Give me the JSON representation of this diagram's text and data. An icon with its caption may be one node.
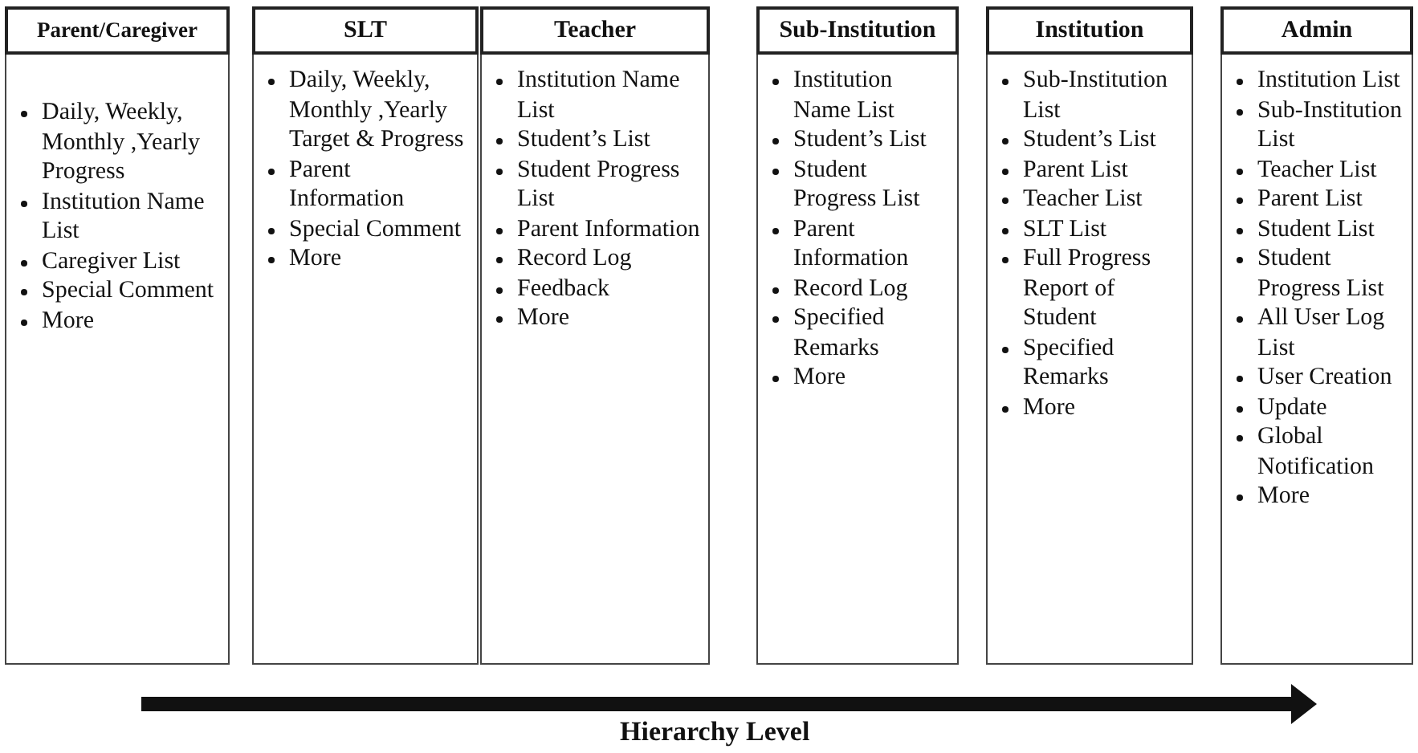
{
  "diagram": {
    "nodes": [
      {
        "text": [
          "Parent/Caregiver"
        ]
      },
      {
        "text": [
          "Daily, Weekly, Monthly ,Yearly Progress",
          "Institution Name List",
          "Caregiver List",
          "Special Comment",
          "More"
        ]
      },
      {
        "text": [
          "SLT"
        ]
      },
      {
        "text": [
          "Daily, Weekly, Monthly ,Yearly Target & Progress",
          "Parent Information",
          "Special Comment",
          "More"
        ]
      },
      {
        "text": [
          "Teacher"
        ]
      },
      {
        "text": [
          "Institution Name List",
          "Student’s List",
          "Student Progress List",
          "Parent Information",
          "Record Log",
          "Feedback",
          "More"
        ]
      },
      {
        "text": [
          "Sub-Institution"
        ]
      },
      {
        "text": [
          "Institution Name List",
          "Student’s List",
          "Student Progress List",
          "Parent Information",
          "Record Log",
          "Specified Remarks",
          "More"
        ]
      },
      {
        "text": [
          "Institution"
        ]
      },
      {
        "text": [
          "Sub-Institution List",
          "Student’s List",
          "Parent List",
          "Teacher List",
          "SLT List",
          "Full Progress Report of Student",
          "Specified Remarks",
          "More"
        ]
      },
      {
        "text": [
          "Admin"
        ]
      },
      {
        "text": [
          "Institution List",
          "Sub-Institution List",
          "Teacher List",
          "Parent List",
          "Student List",
          "Student Progress List",
          "All User Log List",
          "User Creation",
          "Update",
          "Global Notification",
          "More"
        ]
      }
    ],
    "labels": [
      "Hierarchy Level"
    ]
  }
}
